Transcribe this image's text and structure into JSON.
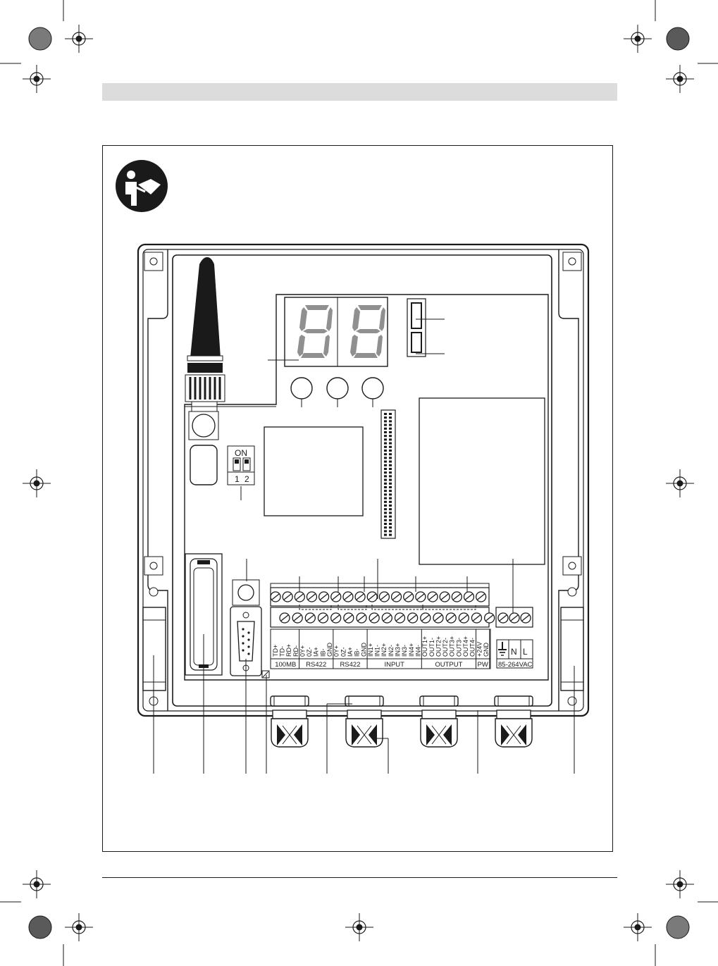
{
  "diagram": {
    "dip_switch": {
      "on_label": "ON",
      "pos1": "1",
      "pos2": "2"
    },
    "terminal_groups": [
      {
        "label": "100MB",
        "pins": [
          "TD+",
          "TD-",
          "RD+",
          "RD-"
        ]
      },
      {
        "label": "RS422",
        "pins": [
          "0Y+",
          "0Z-",
          "IA+",
          "IB-",
          "GND"
        ]
      },
      {
        "label": "RS422",
        "pins": [
          "0Y+",
          "0Z-",
          "IA+",
          "IB-",
          "GND"
        ]
      },
      {
        "label": "INPUT",
        "pins": [
          "IN1+",
          "IN1-",
          "IN2+",
          "IN2-",
          "IN3+",
          "IN3-",
          "IN4+",
          "IN4-"
        ]
      },
      {
        "label": "OUTPUT",
        "pins": [
          "OUT1+",
          "OUT1-",
          "OUT2+",
          "OUT2-",
          "OUT3+",
          "OUT3-",
          "OUT4+",
          "OUT4-"
        ]
      },
      {
        "label": "PW",
        "pins": [
          "+24V",
          "GND"
        ]
      }
    ],
    "power_block": {
      "n_label": "N",
      "l_label": "L",
      "voltage_label": "85-264VAC"
    }
  },
  "colors": {
    "line": "#1a1a1a",
    "header_bar": "#dcdcdc",
    "segment_display": "#909090",
    "panel_fill": "#e9e9e9"
  },
  "icons": {
    "manual": "read-manual-icon",
    "registration": "registration-mark-icon"
  }
}
